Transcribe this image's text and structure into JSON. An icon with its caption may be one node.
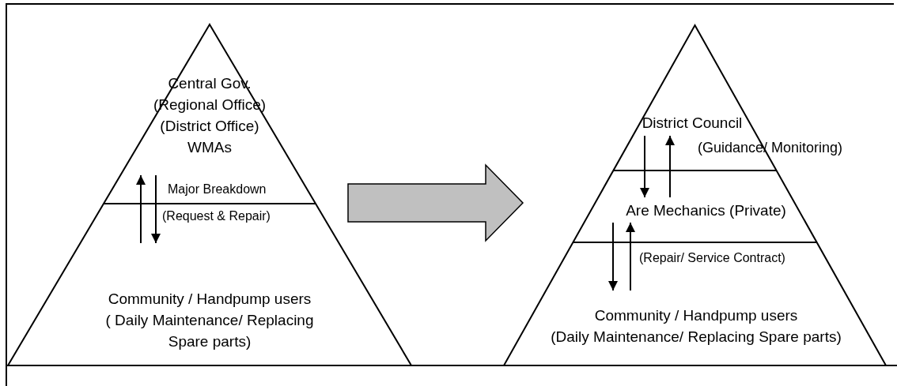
{
  "diagram": {
    "nodes": [
      {
        "text": [],
        "shape": "triangle"
      },
      {
        "text": [
          "Central Gov.",
          "(Regional Office)",
          "(District Office)",
          "WMAs"
        ],
        "in": 0
      },
      {
        "text": [
          "Community / Handpump users",
          "( Daily Maintenance/ Replacing Spare parts)"
        ],
        "in": 0
      },
      {
        "text": [],
        "shape": "triangle"
      },
      {
        "text": [
          "District Council"
        ],
        "beside": [
          "(Guidance/ Monitoring)"
        ],
        "in": 3
      },
      {
        "text": [
          "Are Mechanics (Private)"
        ],
        "in": 3
      },
      {
        "text": [
          "Community / Handpump users",
          "(Daily Maintenance/ Replacing Spare parts)"
        ],
        "in": 3
      }
    ],
    "edges": [
      {
        "from": 2,
        "to": 1,
        "arrow": "to",
        "label": "Major Breakdown"
      },
      {
        "from": 1,
        "to": 2,
        "arrow": "to",
        "label": "(Request & Repair)"
      },
      {
        "from": 4,
        "to": 5,
        "arrow": "to"
      },
      {
        "from": 5,
        "to": 4,
        "arrow": "to"
      },
      {
        "from": 5,
        "to": 6,
        "arrow": "to"
      },
      {
        "from": 6,
        "to": 5,
        "arrow": "to",
        "label": "(Repair/ Service Contract)"
      },
      {
        "from": 0,
        "to": 3,
        "arrow": "to",
        "style": "thick",
        "color": "#c0c0c0"
      }
    ]
  }
}
